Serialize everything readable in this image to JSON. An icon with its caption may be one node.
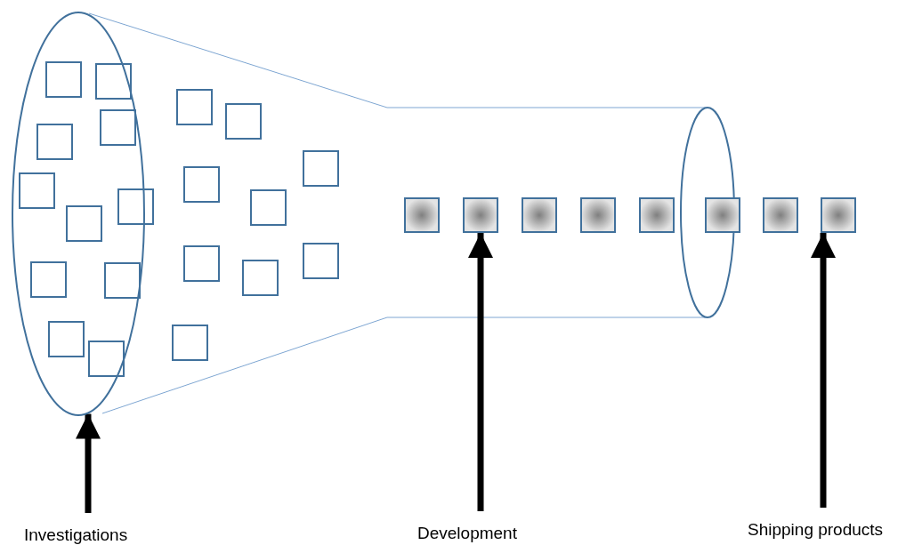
{
  "diagram": {
    "nodes": [
      {
        "text": [],
        "shape": "ellipse"
      },
      {
        "text": [],
        "shape": "box"
      },
      {
        "text": [],
        "shape": "box"
      },
      {
        "text": [],
        "shape": "box"
      },
      {
        "text": [],
        "shape": "box"
      },
      {
        "text": [],
        "shape": "box"
      },
      {
        "text": [],
        "shape": "box"
      },
      {
        "text": [],
        "shape": "box"
      },
      {
        "text": [],
        "shape": "box"
      },
      {
        "text": [
          "Investigations"
        ]
      },
      {
        "text": [
          "Development"
        ]
      },
      {
        "text": [
          "Shipping products"
        ]
      }
    ],
    "edges": [
      {
        "from": 9,
        "to": 0,
        "arrow": "to"
      },
      {
        "from": 10,
        "to": 2,
        "arrow": "to"
      },
      {
        "from": 11,
        "to": 8,
        "arrow": "to"
      }
    ]
  }
}
